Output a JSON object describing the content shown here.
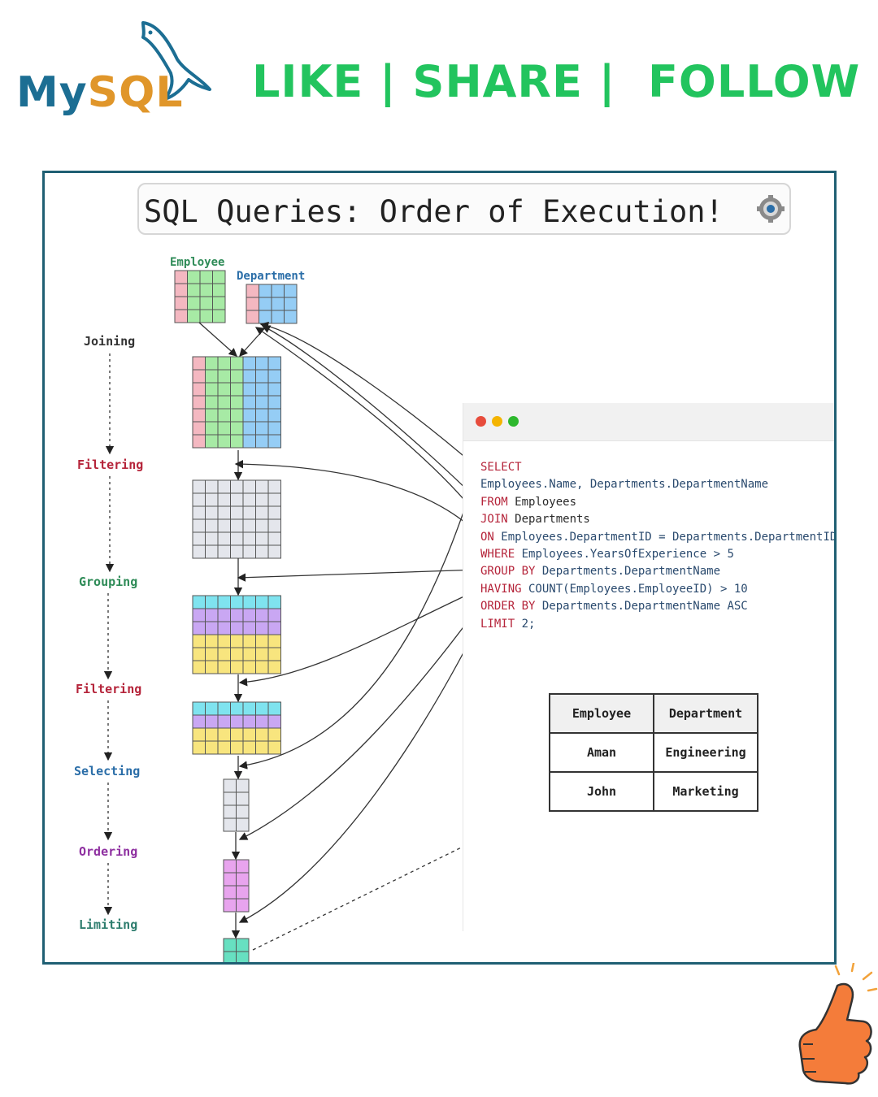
{
  "header": {
    "logo_my": "My",
    "logo_sql": "SQL",
    "cta": "LIKE | SHARE |  FOLLOW"
  },
  "diagram": {
    "title": "SQL Queries: Order of Execution!",
    "tables": {
      "employee": "Employee",
      "department": "Department"
    },
    "stages": [
      "Joining",
      "Filtering",
      "Grouping",
      "Filtering",
      "Selecting",
      "Ordering",
      "Limiting"
    ],
    "stage_colors": [
      "#333333",
      "#b5243a",
      "#2e8b57",
      "#b5243a",
      "#2b6ea8",
      "#8e2fa0",
      "#2e7d6e"
    ]
  },
  "code": {
    "window_dots": [
      "#e74c3c",
      "#f4b400",
      "#2eb82e"
    ],
    "lines": [
      {
        "kw": "SELECT",
        "rest": ""
      },
      {
        "kw": "",
        "rest": "Employees.Name, Departments.DepartmentName"
      },
      {
        "kw": "FROM",
        "rest": " Employees"
      },
      {
        "kw": "JOIN",
        "rest": " Departments"
      },
      {
        "kw": "ON",
        "rest": " Employees.DepartmentID = Departments.DepartmentID"
      },
      {
        "kw": "WHERE",
        "rest": " Employees.YearsOfExperience > 5"
      },
      {
        "kw": "GROUP BY",
        "rest": " Departments.DepartmentName"
      },
      {
        "kw": "HAVING",
        "rest": " COUNT(Employees.EmployeeID) > 10"
      },
      {
        "kw": "ORDER BY",
        "rest": " Departments.DepartmentName ASC"
      },
      {
        "kw": "LIMIT",
        "rest": " 2;"
      }
    ]
  },
  "result": {
    "columns": [
      "Employee",
      "Department"
    ],
    "rows": [
      [
        "Aman",
        "Engineering"
      ],
      [
        "John",
        "Marketing"
      ]
    ]
  }
}
